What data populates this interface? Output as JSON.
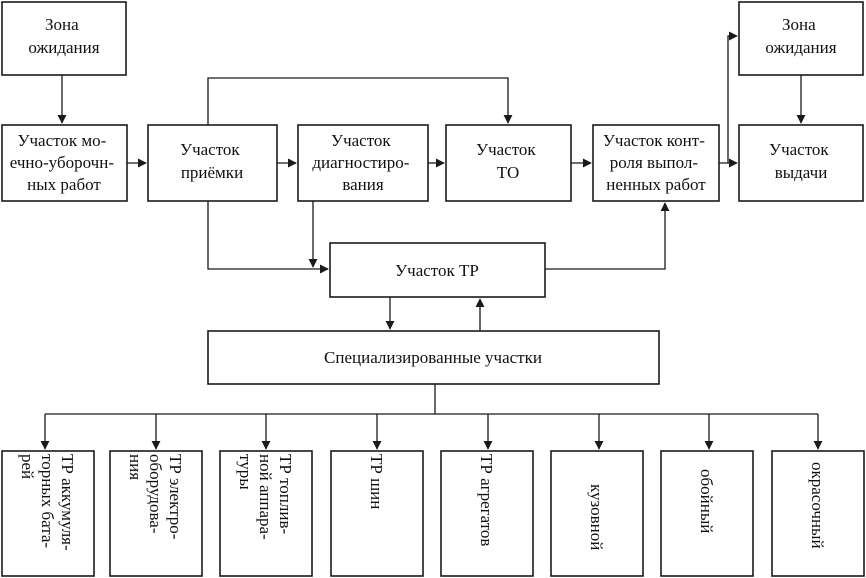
{
  "diagram": {
    "nodes": {
      "waiting_zone_left": [
        "Зона",
        "ожидания"
      ],
      "washing": [
        "Участок мо-",
        "ечно-уборочн-",
        "ных работ"
      ],
      "reception": [
        "Участок",
        "приёмки"
      ],
      "diagnostics": [
        "Участок",
        "диагностиро-",
        "вания"
      ],
      "maintenance": [
        "Участок",
        "ТО"
      ],
      "control": [
        "Участок конт-",
        "роля выпол-",
        "ненных работ"
      ],
      "waiting_zone_right": [
        "Зона",
        "ожидания"
      ],
      "issuance": [
        "Участок",
        "выдачи"
      ],
      "repair": [
        "Участок ТР"
      ],
      "specialized": [
        "Специализированные участки"
      ]
    },
    "sections": [
      [
        "ТР аккумуля-",
        "торных бата-",
        "рей"
      ],
      [
        "ТР электро-",
        "оборудова-",
        "ния"
      ],
      [
        "ТР топлив-",
        "ной аппара-",
        "туры"
      ],
      [
        "ТР шин"
      ],
      [
        "ТР агрегатов"
      ],
      [
        "кузовной"
      ],
      [
        "обойный"
      ],
      [
        "окрасочный"
      ]
    ]
  }
}
